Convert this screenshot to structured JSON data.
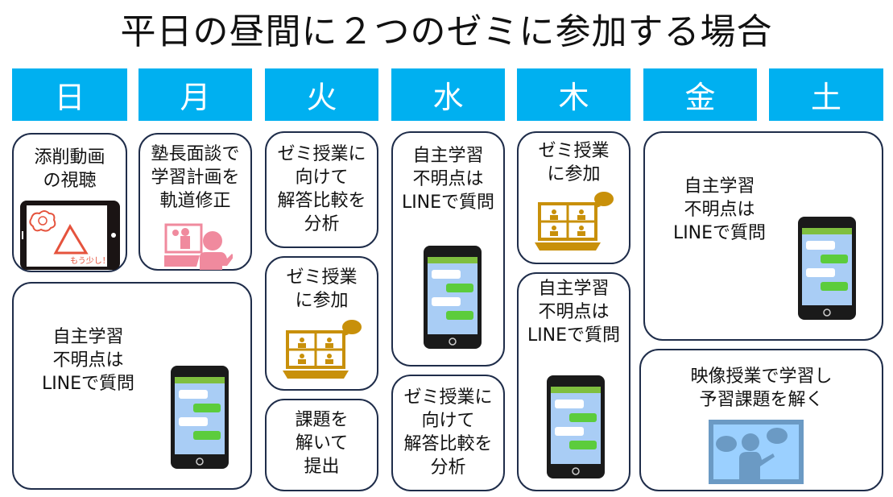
{
  "title": "平日の昼間に２つのゼミに参加する場合",
  "days": [
    "日",
    "月",
    "火",
    "水",
    "木",
    "金",
    "土"
  ],
  "colors": {
    "header": "#00b0f0",
    "border": "#1f2d4a",
    "laptop": "#c8900a",
    "pink": "#f08a9e",
    "phone_screen": "#a9cdf5",
    "bubble_green": "#5ccc3c"
  },
  "cards": {
    "sun_review": "添削動画\nの視聴",
    "tablet_note": "もう少し！",
    "mon_interview": "塾長面談で\n学習計画を\n軌道修正",
    "sunmon_self": "自主学習\n不明点は\nLINEで質問",
    "tue_analysis": "ゼミ授業に\n向けて\n解答比較を\n分析",
    "tue_seminar": "ゼミ授業\nに参加",
    "tue_submit": "課題を\n解いて\n提出",
    "wed_self": "自主学習\n不明点は\nLINEで質問",
    "wed_analysis": "ゼミ授業に\n向けて\n解答比較を\n分析",
    "thu_seminar": "ゼミ授業\nに参加",
    "thu_self": "自主学習\n不明点は\nLINEで質問",
    "frisat_self": "自主学習\n不明点は\nLINEで質問",
    "frisat_video": "映像授業で学習し\n予習課題を解く"
  }
}
